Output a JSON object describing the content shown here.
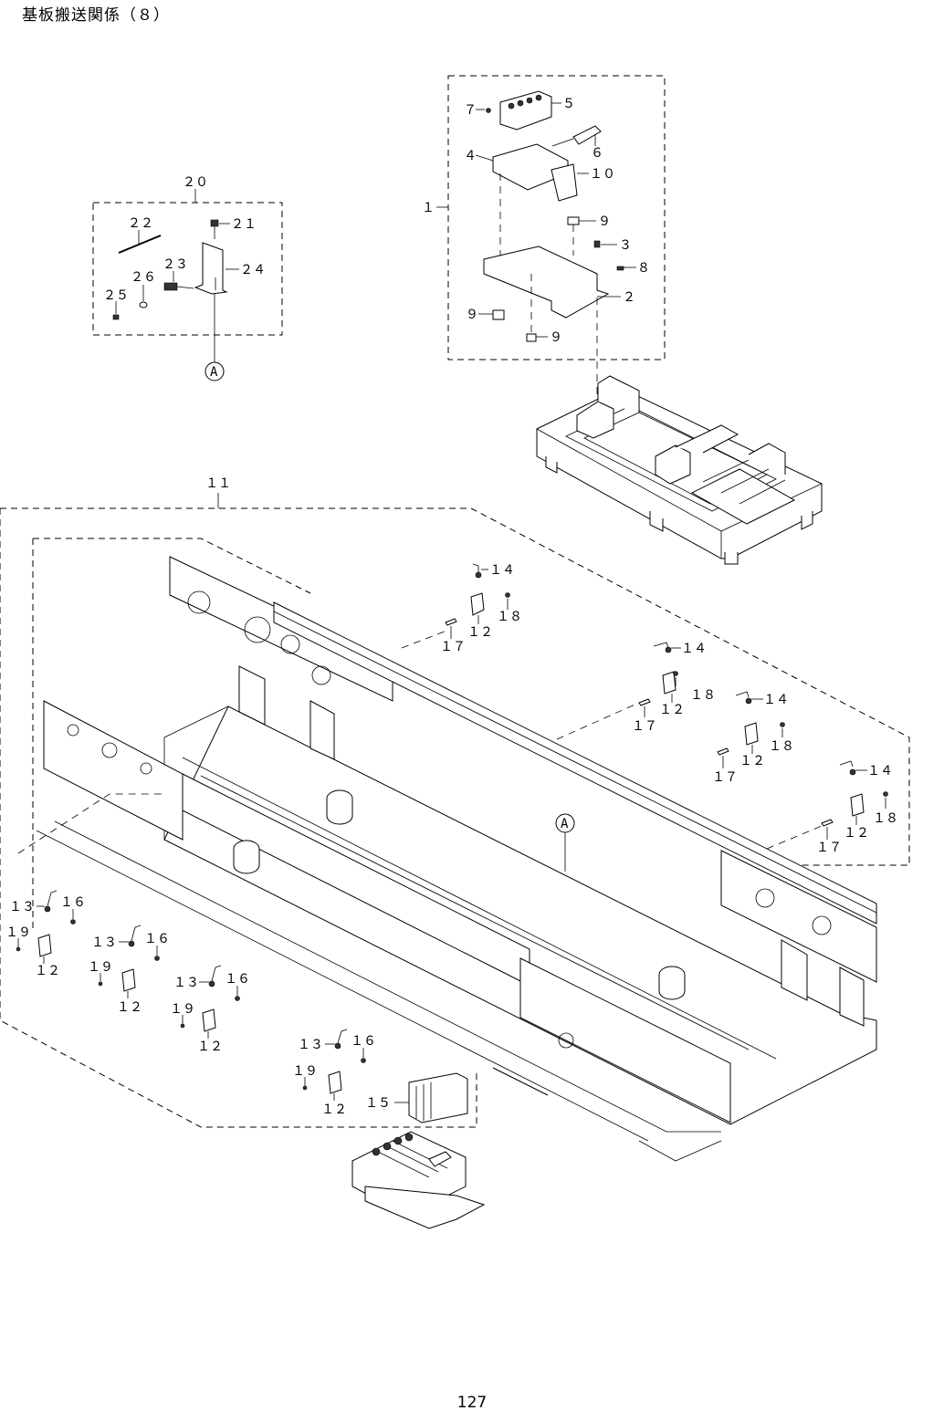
{
  "page": {
    "title": "基板搬送関係（８）",
    "page_number": "127"
  },
  "callouts": {
    "c1": "１",
    "c2": "２",
    "c3": "３",
    "c4": "４",
    "c5": "５",
    "c6": "６",
    "c7": "７",
    "c8": "８",
    "c9a": "９",
    "c9b": "９",
    "c9c": "９",
    "c10": "１０",
    "c11": "１１",
    "c15": "１５",
    "c20": "２０",
    "c21": "２１",
    "c22": "２２",
    "c23": "２３",
    "c24": "２４",
    "c25": "２５",
    "c26": "２６",
    "refA_top": "A",
    "refA_main": "A",
    "g1": {
      "c14": "１４",
      "c12": "１２",
      "c18": "１８",
      "c17": "１７"
    },
    "g2": {
      "c14": "１４",
      "c12": "１２",
      "c18": "１８",
      "c17": "１７"
    },
    "g3": {
      "c14": "１４",
      "c12": "１２",
      "c18": "１８",
      "c17": "１７"
    },
    "g4": {
      "c14": "１４",
      "c12": "１２",
      "c18": "１８",
      "c17": "１７"
    },
    "h1": {
      "c13": "１３",
      "c16": "１６",
      "c19": "１９",
      "c12": "１２"
    },
    "h2": {
      "c13": "１３",
      "c16": "１６",
      "c19": "１９",
      "c12": "１２"
    },
    "h3": {
      "c13": "１３",
      "c16": "１６",
      "c19": "１９",
      "c12": "１２"
    },
    "h4": {
      "c13": "１３",
      "c16": "１６",
      "c19": "１９",
      "c12": "１２"
    }
  }
}
